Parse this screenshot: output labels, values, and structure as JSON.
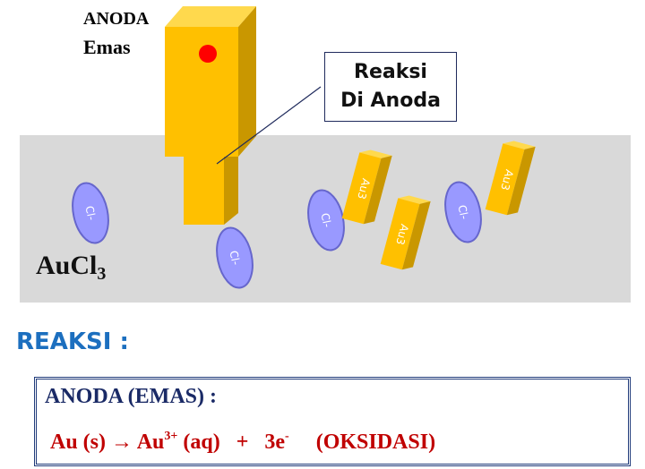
{
  "labels": {
    "anoda": "ANODA",
    "emas": "Emas",
    "callout_line1": "Reaksi",
    "callout_line2": "Di Anoda",
    "solution_formula_base": "AuCl",
    "solution_formula_sub": "3"
  },
  "ions": {
    "chloride": "Cl-",
    "gold": "Au3"
  },
  "reaction": {
    "heading": "REAKSI",
    "heading_colon": ":",
    "anode_title": "ANODA (EMAS) :",
    "eq_left": "Au (s) ",
    "arrow": "→",
    "eq_product": " Au",
    "eq_product_charge": "3+",
    "eq_product_state": " (aq)   +   3e",
    "eq_electron_charge": "-",
    "eq_type": "     (OKSIDASI)"
  },
  "colors": {
    "gold": "#ffc000",
    "gold_dark": "#c99700",
    "gold_light": "#ffd94d",
    "chloride_fill": "#9999ff",
    "chloride_stroke": "#6666cc",
    "solution": "#d9d9d9",
    "heading_blue": "#1c6fbf",
    "equation_red": "#c00000",
    "marker_red": "#ff0000"
  }
}
